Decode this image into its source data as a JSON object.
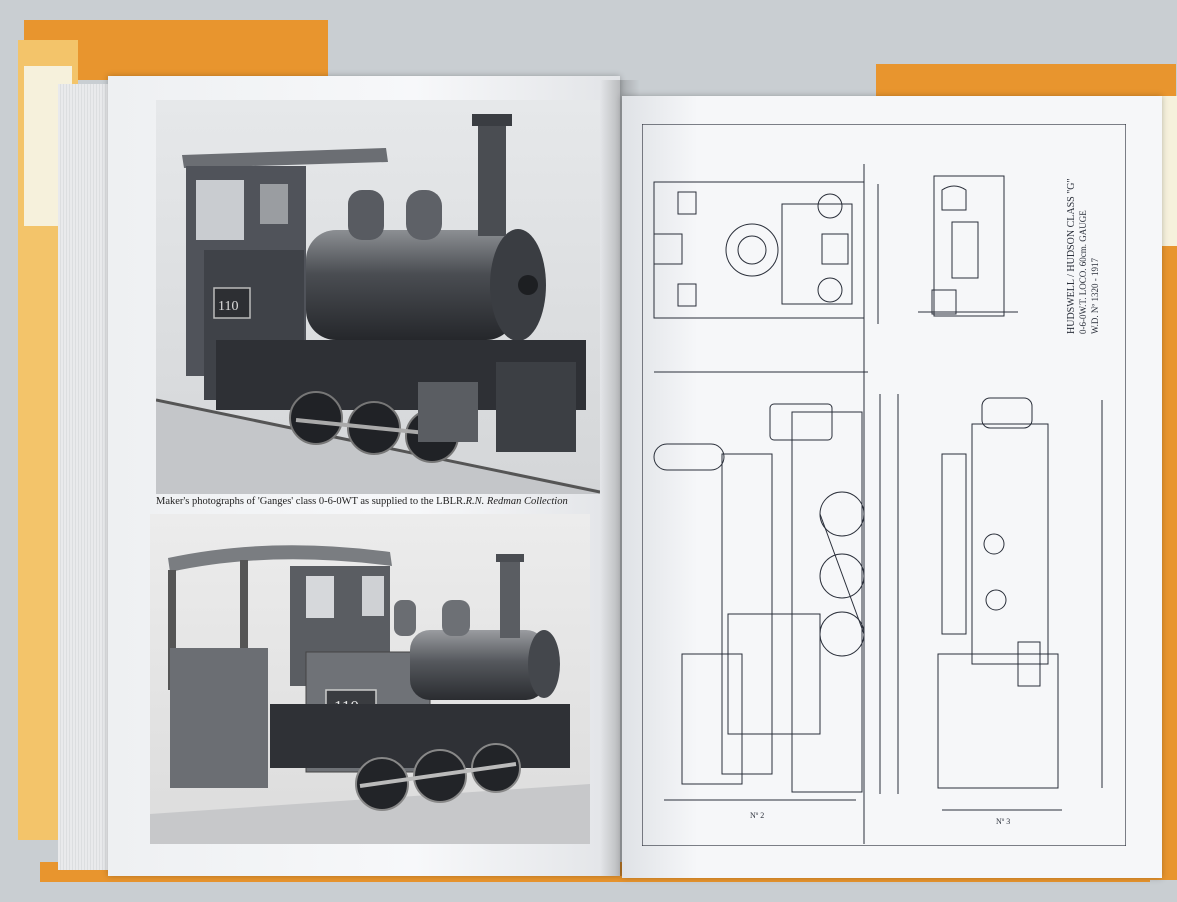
{
  "left_page": {
    "caption_main": "Maker's photographs of 'Ganges' class 0-6-0WT as supplied to the LBLR.",
    "caption_credit": "R.N. Redman Collection",
    "top_photo_number": "110",
    "bottom_photo_number": "110"
  },
  "right_page": {
    "drawing_title": "HUDSWELL / HUDSON CLASS \"G\"",
    "drawing_subtitle_1": "0-6-0W.T. LOCO. 60cm. GAUGE",
    "drawing_subtitle_2": "W.D. Nº 1320 - 1917",
    "view_label_1": "Nº 2",
    "view_label_2": "Nº 3"
  },
  "colors": {
    "cover_orange": "#e8952e",
    "page_white": "#f4f5f7",
    "ink": "#2a2f3a"
  }
}
